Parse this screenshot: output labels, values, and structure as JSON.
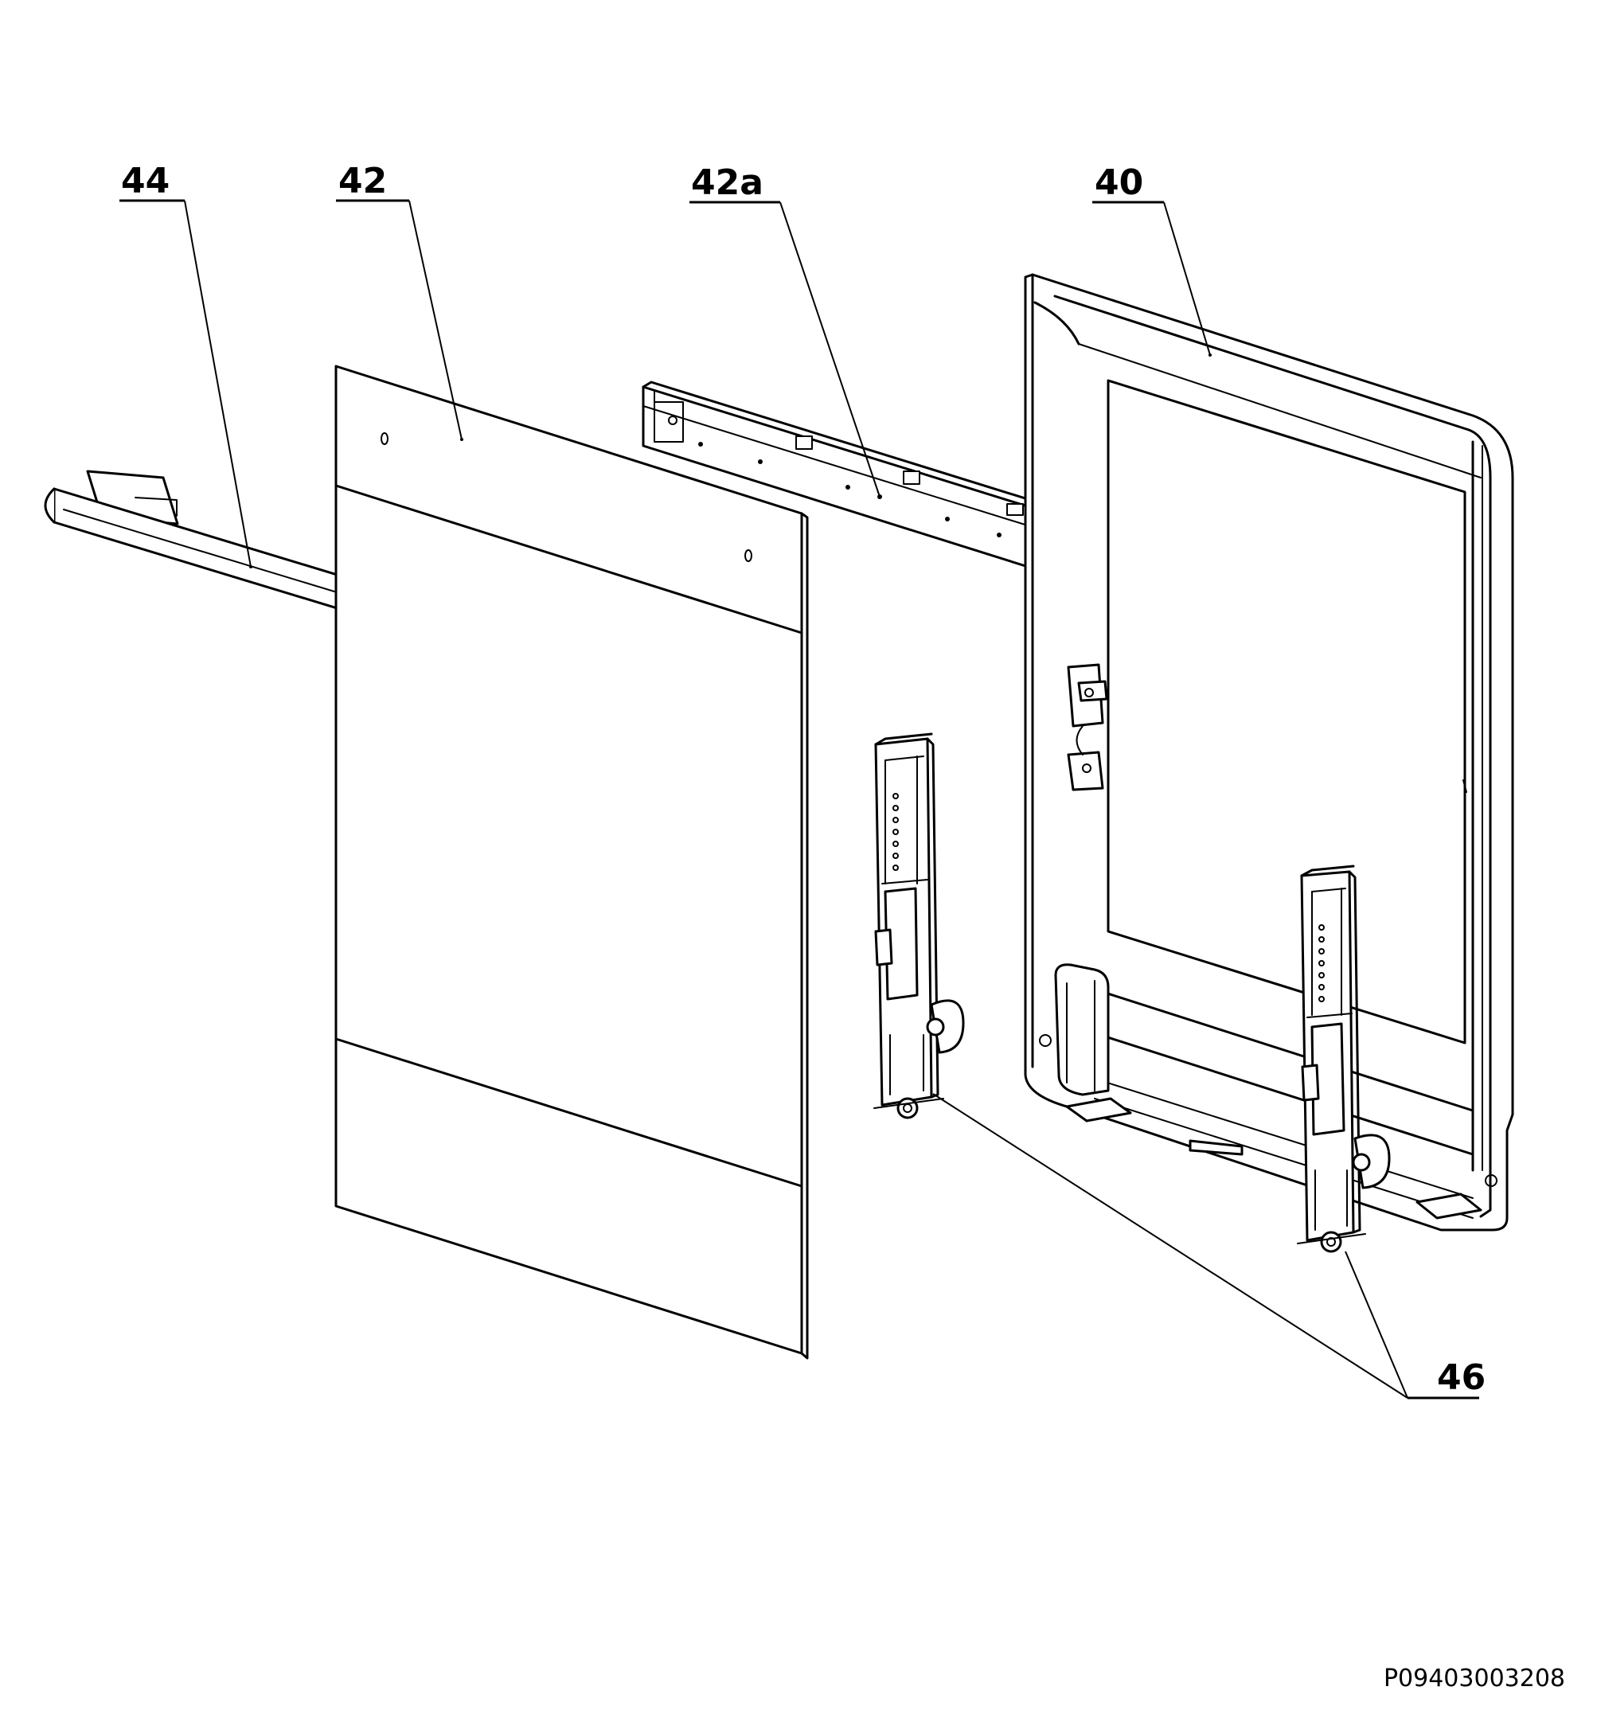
{
  "callouts": [
    {
      "id": "44",
      "label": "44"
    },
    {
      "id": "42",
      "label": "42"
    },
    {
      "id": "42a",
      "label": "42a"
    },
    {
      "id": "40",
      "label": "40"
    },
    {
      "id": "46",
      "label": "46"
    }
  ],
  "document_code": "P09403003208",
  "colors": {
    "line": "#000000",
    "background": "#ffffff"
  }
}
